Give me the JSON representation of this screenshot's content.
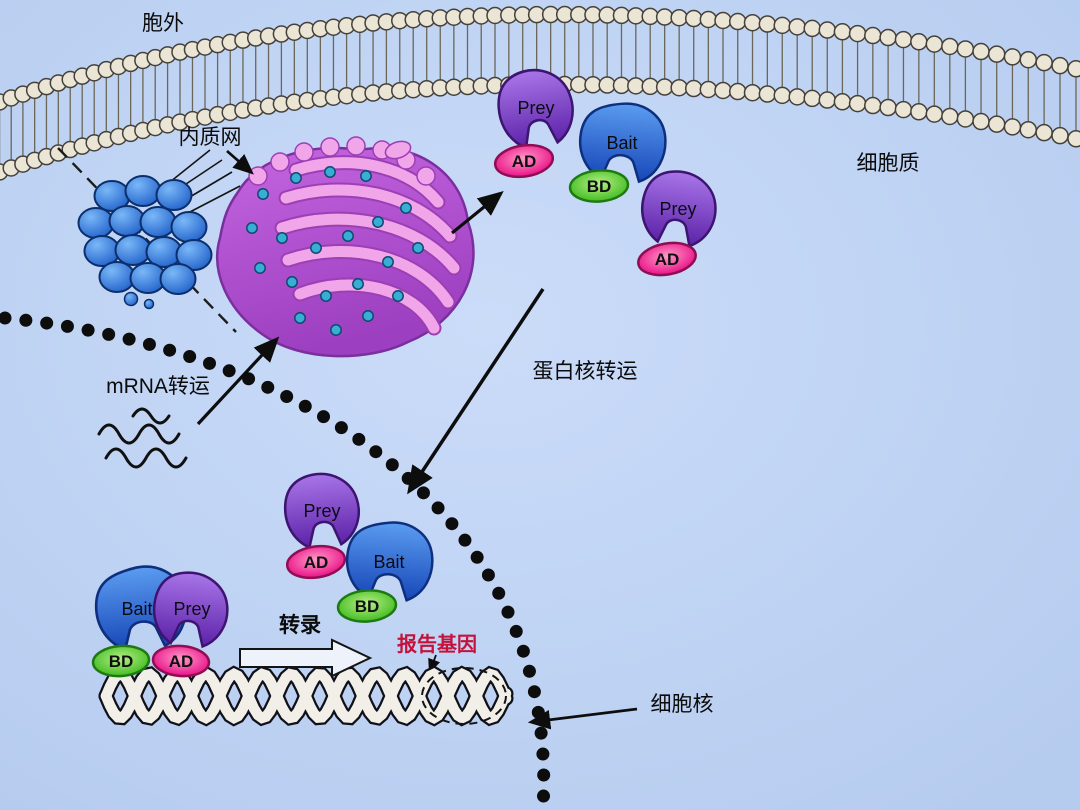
{
  "diagram": {
    "labels": {
      "extracellular": "胞外",
      "er": "内质网",
      "cytoplasm": "细胞质",
      "mrna_transport": "mRNA转运",
      "protein_nuclear_transport": "蛋白核转运",
      "transcription": "转录",
      "reporter_gene": "报告基因",
      "nucleus": "细胞核"
    },
    "proteins": {
      "prey": "Prey",
      "bait": "Bait",
      "ad": "AD",
      "bd": "BD"
    }
  },
  "colors": {
    "background": "#bed3f3",
    "membrane_head": "#eae5d4",
    "membrane_outline": "#45413a",
    "membrane_tail": "#6b6657",
    "prey_fill": "#7b3fc4",
    "bait_fill": "#2d6fd6",
    "ad_fill": "#ec1790",
    "bd_fill": "#45cc21",
    "er_body": "#b552d6",
    "er_cisternae": "#f2a6ea",
    "ribosome": "#38aed6",
    "nuclear_dots": "#0d0d0d",
    "reporter_text": "#c3123c",
    "dna_dark": "#101018",
    "dna_light": "#f2efe8"
  }
}
